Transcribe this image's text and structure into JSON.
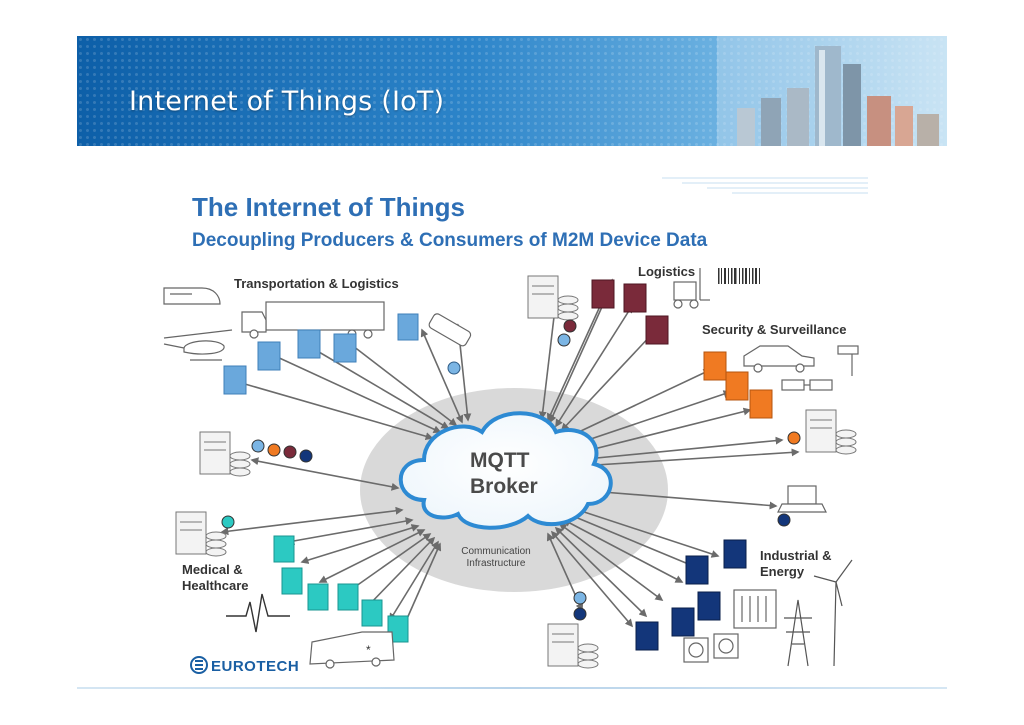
{
  "header": {
    "title": "Internet of Things (IoT)"
  },
  "slide": {
    "title": "The Internet of Things",
    "subtitle": "Decoupling Producers & Consumers of M2M Device Data",
    "broker": {
      "line1": "MQTT",
      "line2": "Broker"
    },
    "infrastructure": {
      "line1": "Communication",
      "line2": "Infrastructure"
    },
    "sectors": {
      "transportation": "Transportation & Logistics",
      "logistics": "Logistics",
      "security": "Security & Surveillance",
      "medical": [
        "Medical &",
        "Healthcare"
      ],
      "industrial": [
        "Industrial &",
        "Energy"
      ]
    },
    "logo": "EUROTECH"
  },
  "colors": {
    "transport": "#6aa8dc",
    "logistics": "#7a2a3a",
    "security": "#f07a22",
    "medical": "#2cc9c2",
    "industrial": "#13367a",
    "arrow": "#6b6b6b",
    "cloud_outline": "#2d8ad3",
    "accent": "#2e6fb5"
  }
}
